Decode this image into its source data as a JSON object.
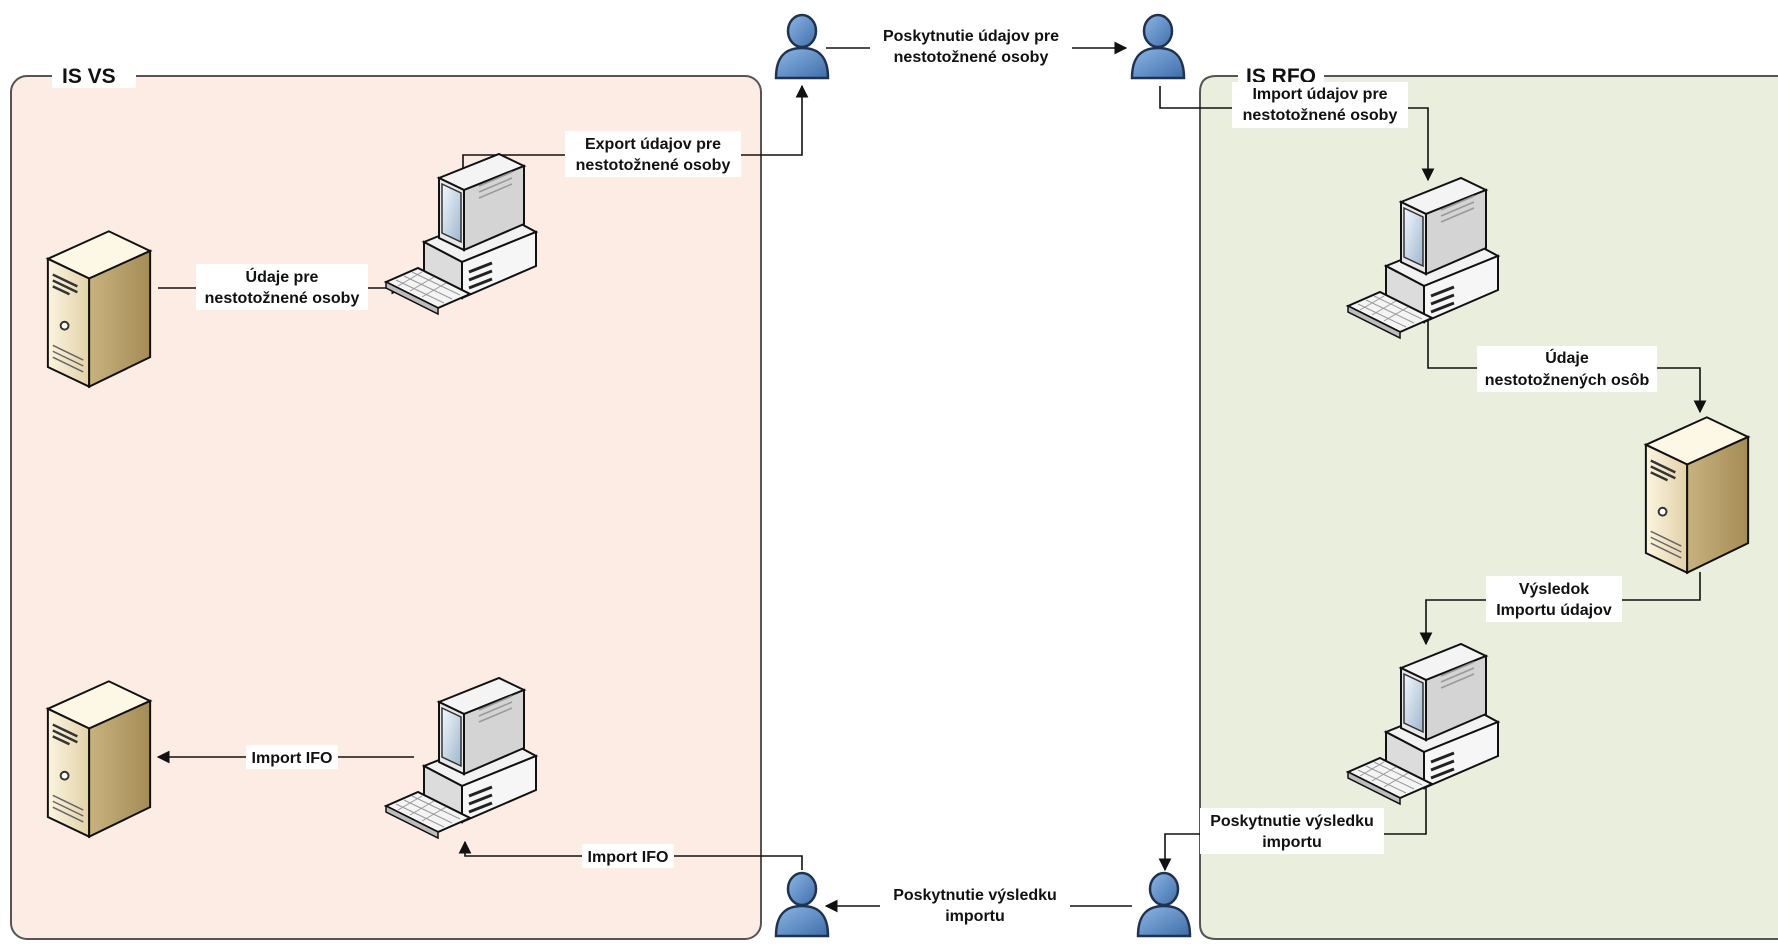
{
  "zones": {
    "left": {
      "title": "IS VS",
      "fill": "#fcece4"
    },
    "right": {
      "title": "IS RFO",
      "fill": "#e9eedd"
    }
  },
  "labels": {
    "provide_data": [
      "Poskytnutie údajov pre",
      "nestotožnené osoby"
    ],
    "export_data": [
      "Export údajov pre",
      "nestotožnené osoby"
    ],
    "data_for": [
      "Údaje pre",
      "nestotožnené osoby"
    ],
    "import_data": [
      "Import údajov pre",
      "nestotožnené osoby"
    ],
    "unmatched_data": [
      "Údaje",
      "nestotožnených osôb"
    ],
    "import_result": [
      "Výsledok",
      "Importu údajov"
    ],
    "provide_result_right": [
      "Poskytnutie výsledku",
      "importu"
    ],
    "provide_result_bottom": [
      "Poskytnutie výsledku",
      "importu"
    ],
    "import_ifo_bottom": "Import IFO",
    "import_ifo_left": "Import IFO"
  },
  "colors": {
    "person": "#5b8cc6",
    "person_dark": "#1f3350",
    "server": "#eadcb7",
    "line": "#111111"
  },
  "icons": [
    "server-icon",
    "computer-icon",
    "person-icon"
  ]
}
